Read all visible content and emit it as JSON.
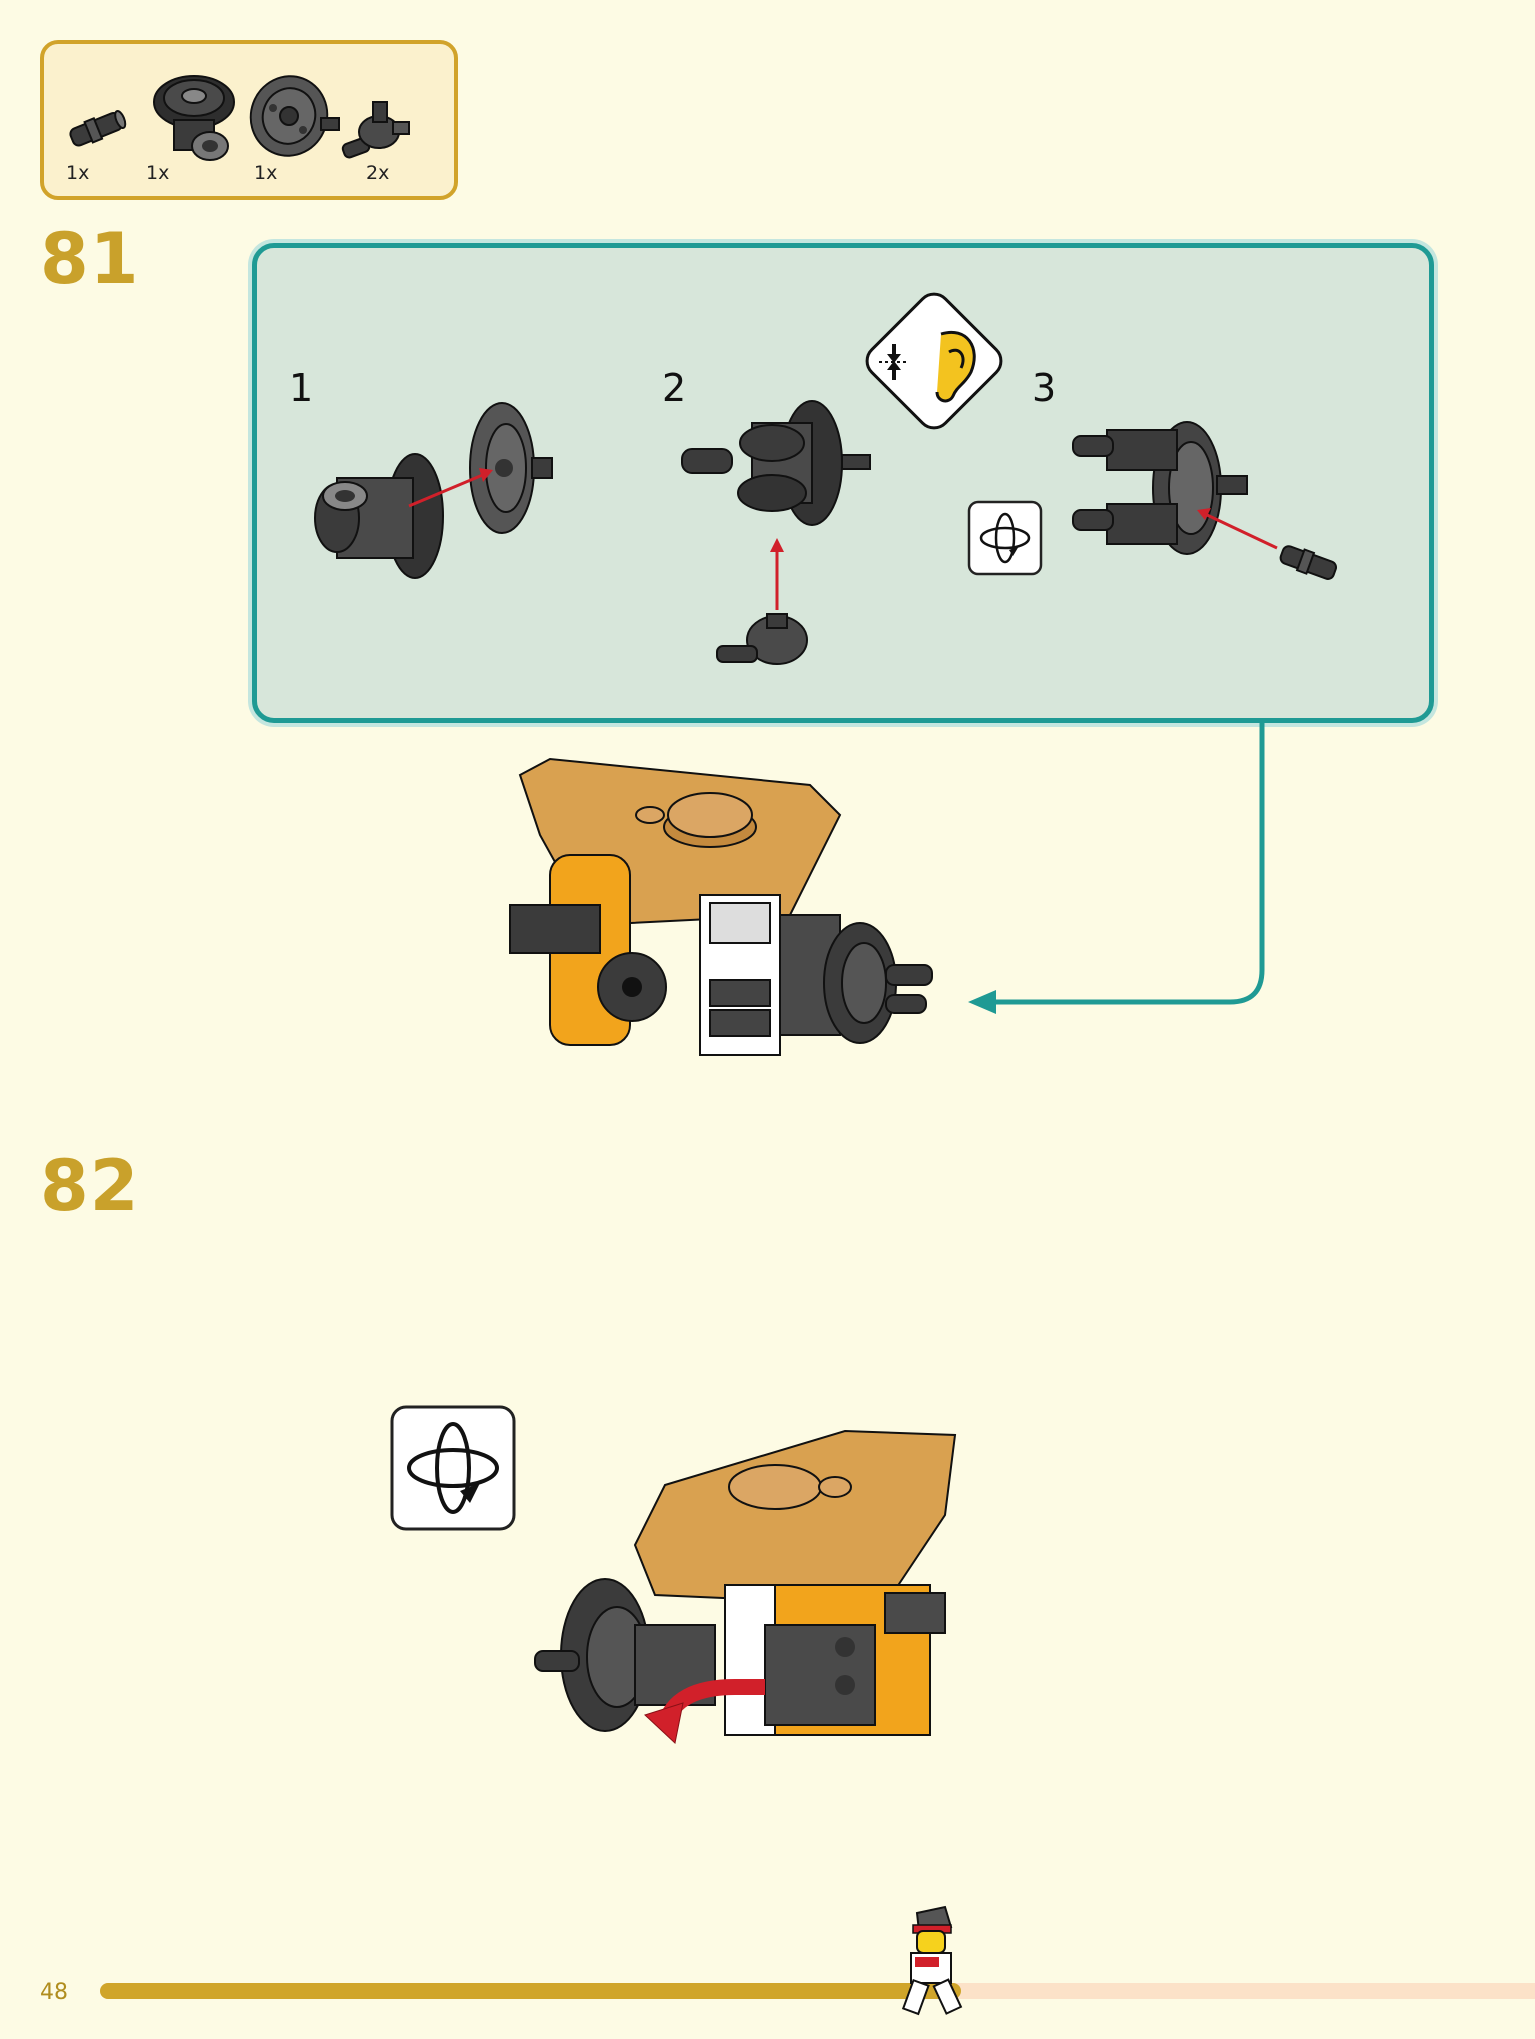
{
  "parts_list": {
    "items": [
      {
        "name": "connector-peg",
        "qty": "1x"
      },
      {
        "name": "rotor-bearing",
        "qty": "1x"
      },
      {
        "name": "wheel-hub",
        "qty": "1x"
      },
      {
        "name": "axle-connector",
        "qty": "2x"
      }
    ]
  },
  "step81": {
    "number": "81",
    "substeps": [
      "1",
      "2",
      "3"
    ],
    "icons": [
      "click-sound-icon",
      "rotate-model-icon"
    ]
  },
  "step82": {
    "number": "82",
    "icons": [
      "rotate-model-icon"
    ]
  },
  "footer": {
    "page_number": "48"
  },
  "colors": {
    "background": "#fdfbe4",
    "accent_gold": "#c9a12b",
    "panel_teal": "#1f9a94",
    "panel_fill": "#d7e6da",
    "arrow_red": "#d1202a",
    "progress_done": "#d0a52a",
    "progress_remaining": "#fce2c8"
  },
  "progress": {
    "fraction_complete": 0.6
  }
}
